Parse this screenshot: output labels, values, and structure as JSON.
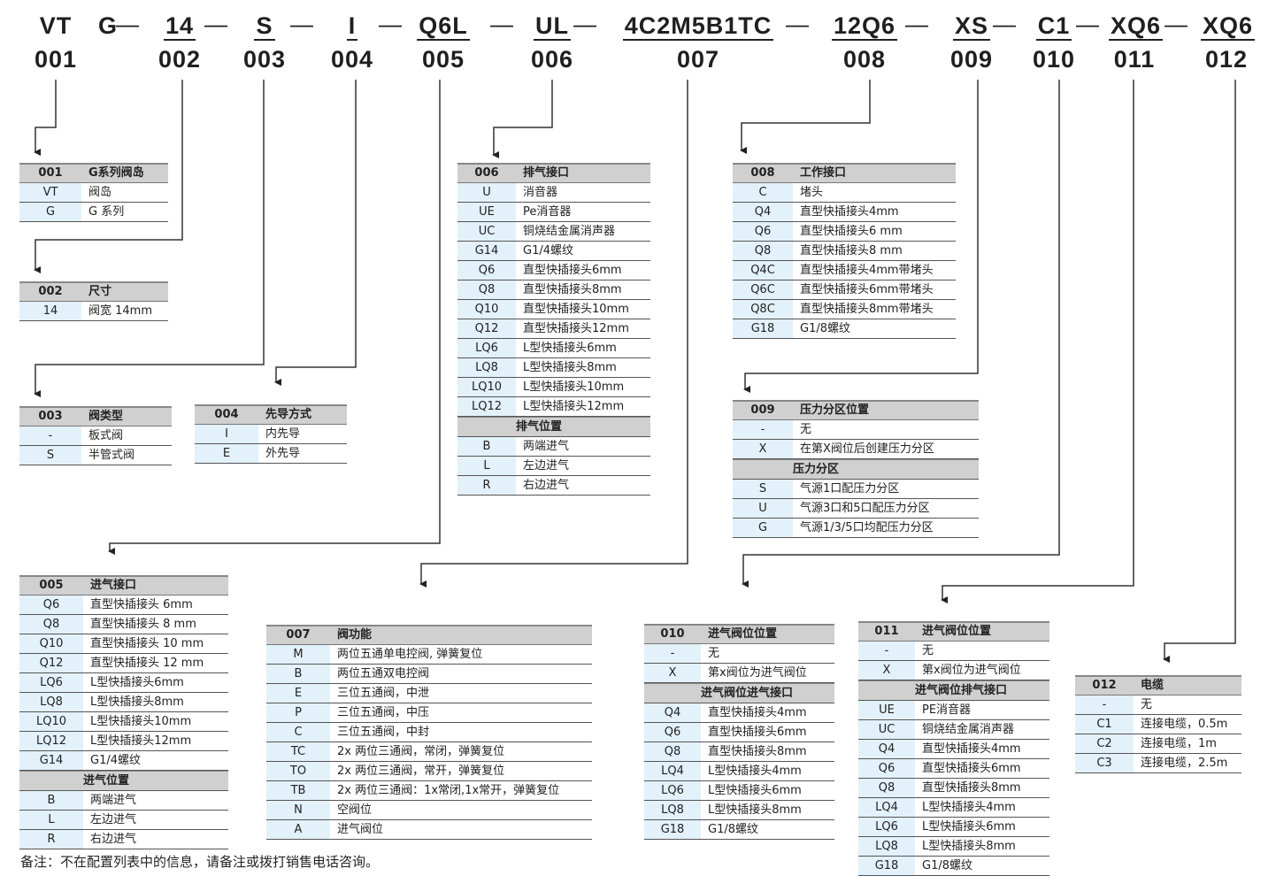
{
  "codes": [
    {
      "code": "VT",
      "num": "001",
      "underline": false
    },
    {
      "code": "G",
      "num": "002",
      "underline": false
    },
    {
      "code": "14",
      "num": "",
      "underline": true
    },
    {
      "code": "S",
      "num": "003",
      "underline": true
    },
    {
      "code": "I",
      "num": "004",
      "underline": true
    },
    {
      "code": "Q6L",
      "num": "005",
      "underline": true
    },
    {
      "code": "UL",
      "num": "006",
      "underline": true
    },
    {
      "code": "4C2M5B1TC",
      "num": "007",
      "underline": true
    },
    {
      "code": "12Q6",
      "num": "008",
      "underline": true
    },
    {
      "code": "XS",
      "num": "009",
      "underline": true
    },
    {
      "code": "C1",
      "num": "010",
      "underline": true
    },
    {
      "code": "XQ6",
      "num": "011",
      "underline": true
    },
    {
      "code": "XQ6",
      "num": "012",
      "underline": true
    }
  ],
  "dash": "—",
  "tables": {
    "t001": {
      "code": "001",
      "title": "G系列阀岛",
      "rows": [
        [
          "VT",
          "阀岛"
        ],
        [
          "G",
          "G 系列"
        ]
      ]
    },
    "t002": {
      "code": "002",
      "title": "尺寸",
      "rows": [
        [
          "14",
          "阀宽 14mm"
        ]
      ]
    },
    "t003": {
      "code": "003",
      "title": "阀类型",
      "rows": [
        [
          "-",
          "板式阀"
        ],
        [
          "S",
          "半管式阀"
        ]
      ]
    },
    "t004": {
      "code": "004",
      "title": "先导方式",
      "rows": [
        [
          "I",
          "内先导"
        ],
        [
          "E",
          "外先导"
        ]
      ]
    },
    "t005": {
      "code": "005",
      "title": "进气接口",
      "rows": [
        [
          "Q6",
          "直型快插接头 6mm"
        ],
        [
          "Q8",
          "直型快插接头 8 mm"
        ],
        [
          "Q10",
          "直型快插接头 10 mm"
        ],
        [
          "Q12",
          "直型快插接头 12 mm"
        ],
        [
          "LQ6",
          "L型快插接头6mm"
        ],
        [
          "LQ8",
          "L型快插接头8mm"
        ],
        [
          "LQ10",
          "L型快插接头10mm"
        ],
        [
          "LQ12",
          "L型快插接头12mm"
        ],
        [
          "G14",
          "G1/4螺纹"
        ]
      ],
      "sub": "进气位置",
      "subrows": [
        [
          "B",
          "两端进气"
        ],
        [
          "L",
          "左边进气"
        ],
        [
          "R",
          "右边进气"
        ]
      ]
    },
    "t006": {
      "code": "006",
      "title": "排气接口",
      "rows": [
        [
          "U",
          "消音器"
        ],
        [
          "UE",
          "Pe消音器"
        ],
        [
          "UC",
          "铜烧结金属消声器"
        ],
        [
          "G14",
          "G1/4螺纹"
        ],
        [
          "Q6",
          "直型快插接头6mm"
        ],
        [
          "Q8",
          "直型快插接头8mm"
        ],
        [
          "Q10",
          "直型快插接头10mm"
        ],
        [
          "Q12",
          "直型快插接头12mm"
        ],
        [
          "LQ6",
          "L型快插接头6mm"
        ],
        [
          "LQ8",
          "L型快插接头8mm"
        ],
        [
          "LQ10",
          "L型快插接头10mm"
        ],
        [
          "LQ12",
          "L型快插接头12mm"
        ]
      ],
      "sub": "排气位置",
      "subrows": [
        [
          "B",
          "两端进气"
        ],
        [
          "L",
          "左边进气"
        ],
        [
          "R",
          "右边进气"
        ]
      ]
    },
    "t007": {
      "code": "007",
      "title": "阀功能",
      "rows": [
        [
          "M",
          "两位五通单电控阀, 弹簧复位"
        ],
        [
          "B",
          "两位五通双电控阀"
        ],
        [
          "E",
          "三位五通阀，中泄"
        ],
        [
          "P",
          "三位五通阀，中压"
        ],
        [
          "C",
          "三位五通阀，中封"
        ],
        [
          "TC",
          "2x 两位三通阀，常闭，弹簧复位"
        ],
        [
          "TO",
          "2x 两位三通阀，常开，弹簧复位"
        ],
        [
          "TB",
          "2x 两位三通阀：1x常闭,1x常开，弹簧复位"
        ],
        [
          "N",
          "空阀位"
        ],
        [
          "A",
          "进气阀位"
        ]
      ]
    },
    "t008": {
      "code": "008",
      "title": "工作接口",
      "rows": [
        [
          "C",
          "堵头"
        ],
        [
          "Q4",
          "直型快插接头4mm"
        ],
        [
          "Q6",
          "直型快插接头6 mm"
        ],
        [
          "Q8",
          "直型快插接头8 mm"
        ],
        [
          "Q4C",
          "直型快插接头4mm带堵头"
        ],
        [
          "Q6C",
          "直型快插接头6mm带堵头"
        ],
        [
          "Q8C",
          "直型快插接头8mm带堵头"
        ],
        [
          "G18",
          "G1/8螺纹"
        ]
      ]
    },
    "t009": {
      "code": "009",
      "title": "压力分区位置",
      "rows": [
        [
          "-",
          "无"
        ],
        [
          "X",
          "在第X阀位后创建压力分区"
        ]
      ],
      "sub": "压力分区",
      "subrows": [
        [
          "S",
          "气源1口配压力分区"
        ],
        [
          "U",
          "气源3口和5口配压力分区"
        ],
        [
          "G",
          "气源1/3/5口均配压力分区"
        ]
      ]
    },
    "t010": {
      "code": "010",
      "title": "进气阀位位置",
      "rows": [
        [
          "-",
          "无"
        ],
        [
          "X",
          "第x阀位为进气阀位"
        ]
      ],
      "sub": "进气阀位进气接口",
      "subrows": [
        [
          "Q4",
          "直型快插接头4mm"
        ],
        [
          "Q6",
          "直型快插接头6mm"
        ],
        [
          "Q8",
          "直型快插接头8mm"
        ],
        [
          "LQ4",
          "L型快插接头4mm"
        ],
        [
          "LQ6",
          "L型快插接头6mm"
        ],
        [
          "LQ8",
          "L型快插接头8mm"
        ],
        [
          "G18",
          "G1/8螺纹"
        ]
      ]
    },
    "t011": {
      "code": "011",
      "title": "进气阀位位置",
      "rows": [
        [
          "-",
          "无"
        ],
        [
          "X",
          "第x阀位为进气阀位"
        ]
      ],
      "sub": "进气阀位排气接口",
      "subrows": [
        [
          "UE",
          "PE消音器"
        ],
        [
          "UC",
          "铜烧结金属消声器"
        ],
        [
          "Q4",
          "直型快插接头4mm"
        ],
        [
          "Q6",
          "直型快插接头6mm"
        ],
        [
          "Q8",
          "直型快插接头8mm"
        ],
        [
          "LQ4",
          "L型快插接头4mm"
        ],
        [
          "LQ6",
          "L型快插接头6mm"
        ],
        [
          "LQ8",
          "L型快插接头8mm"
        ],
        [
          "G18",
          "G1/8螺纹"
        ]
      ]
    },
    "t012": {
      "code": "012",
      "title": "电缆",
      "rows": [
        [
          "-",
          "无"
        ],
        [
          "C1",
          "连接电缆，0.5m"
        ],
        [
          "C2",
          "连接电缆，1m"
        ],
        [
          "C3",
          "连接电缆，2.5m"
        ]
      ]
    }
  },
  "note": "备注：不在配置列表中的信息，请备注或拨打销售电话咨询。"
}
